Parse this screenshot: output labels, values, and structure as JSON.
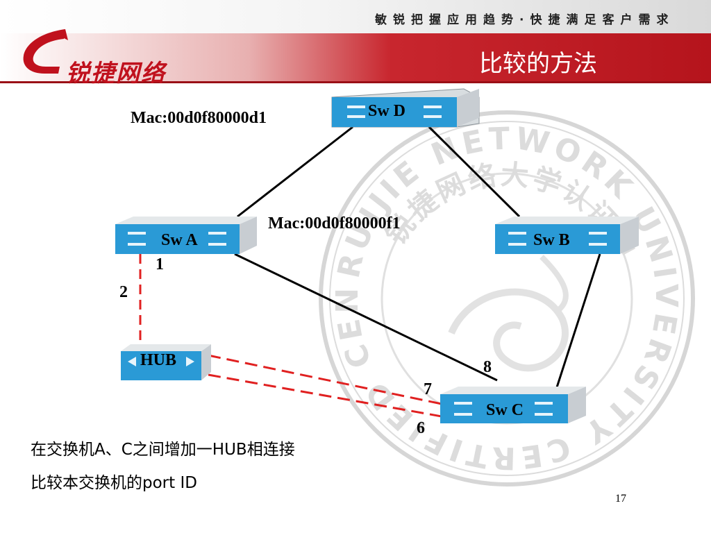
{
  "header": {
    "logo_text": "锐捷网络",
    "slogan": "敏锐把握应用趋势·快捷满足客户需求",
    "title": "比较的方法"
  },
  "watermark": {
    "outer_text": "RUIJIE NETWORK UNIVERSITY CERTIFIED CENTER",
    "inner_text": "锐捷网络大学认证中心"
  },
  "diagram": {
    "devices": {
      "sw_d": "Sw D",
      "sw_a": "Sw A",
      "sw_b": "Sw B",
      "sw_c": "Sw C",
      "hub": "HUB"
    },
    "mac_d": "Mac:00d0f80000d1",
    "mac_a": "Mac:00d0f80000f1",
    "ports": {
      "a_c": "1",
      "a_hub": "2",
      "c_b": "8",
      "c_hub_upper": "7",
      "c_hub_lower": "6"
    },
    "colors": {
      "link": "#000000",
      "hub_link": "#e02020",
      "switch_face": "#2a9ad6"
    }
  },
  "body_text": {
    "line1": "在交换机A、C之间增加一HUB相连接",
    "line2": "比较本交换机的port ID"
  },
  "page_number": "17"
}
